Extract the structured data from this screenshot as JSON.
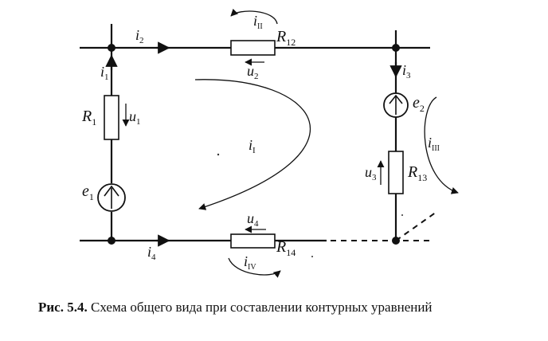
{
  "labels": {
    "i2": "i",
    "i2_sub": "2",
    "iII": "i",
    "iII_sub": "II",
    "R12": "R",
    "R12_sub": "12",
    "u2": "u",
    "u2_sub": "2",
    "i1": "i",
    "i1_sub": "1",
    "R1": "R",
    "R1_sub": "1",
    "u1": "u",
    "u1_sub": "1",
    "iI": "i",
    "iI_sub": "I",
    "e1": "e",
    "e1_sub": "1",
    "i3": "i",
    "i3_sub": "3",
    "e2": "e",
    "e2_sub": "2",
    "iIII": "i",
    "iIII_sub": "III",
    "u3": "u",
    "u3_sub": "3",
    "R13": "R",
    "R13_sub": "13",
    "u4": "u",
    "u4_sub": "4",
    "i4": "i",
    "i4_sub": "4",
    "R14": "R",
    "R14_sub": "14",
    "iIV": "i",
    "iIV_sub": "IV"
  },
  "caption": {
    "figure_label": "Рис. 5.4.",
    "text": " Схема общего вида при составлении контурных уравнений"
  }
}
